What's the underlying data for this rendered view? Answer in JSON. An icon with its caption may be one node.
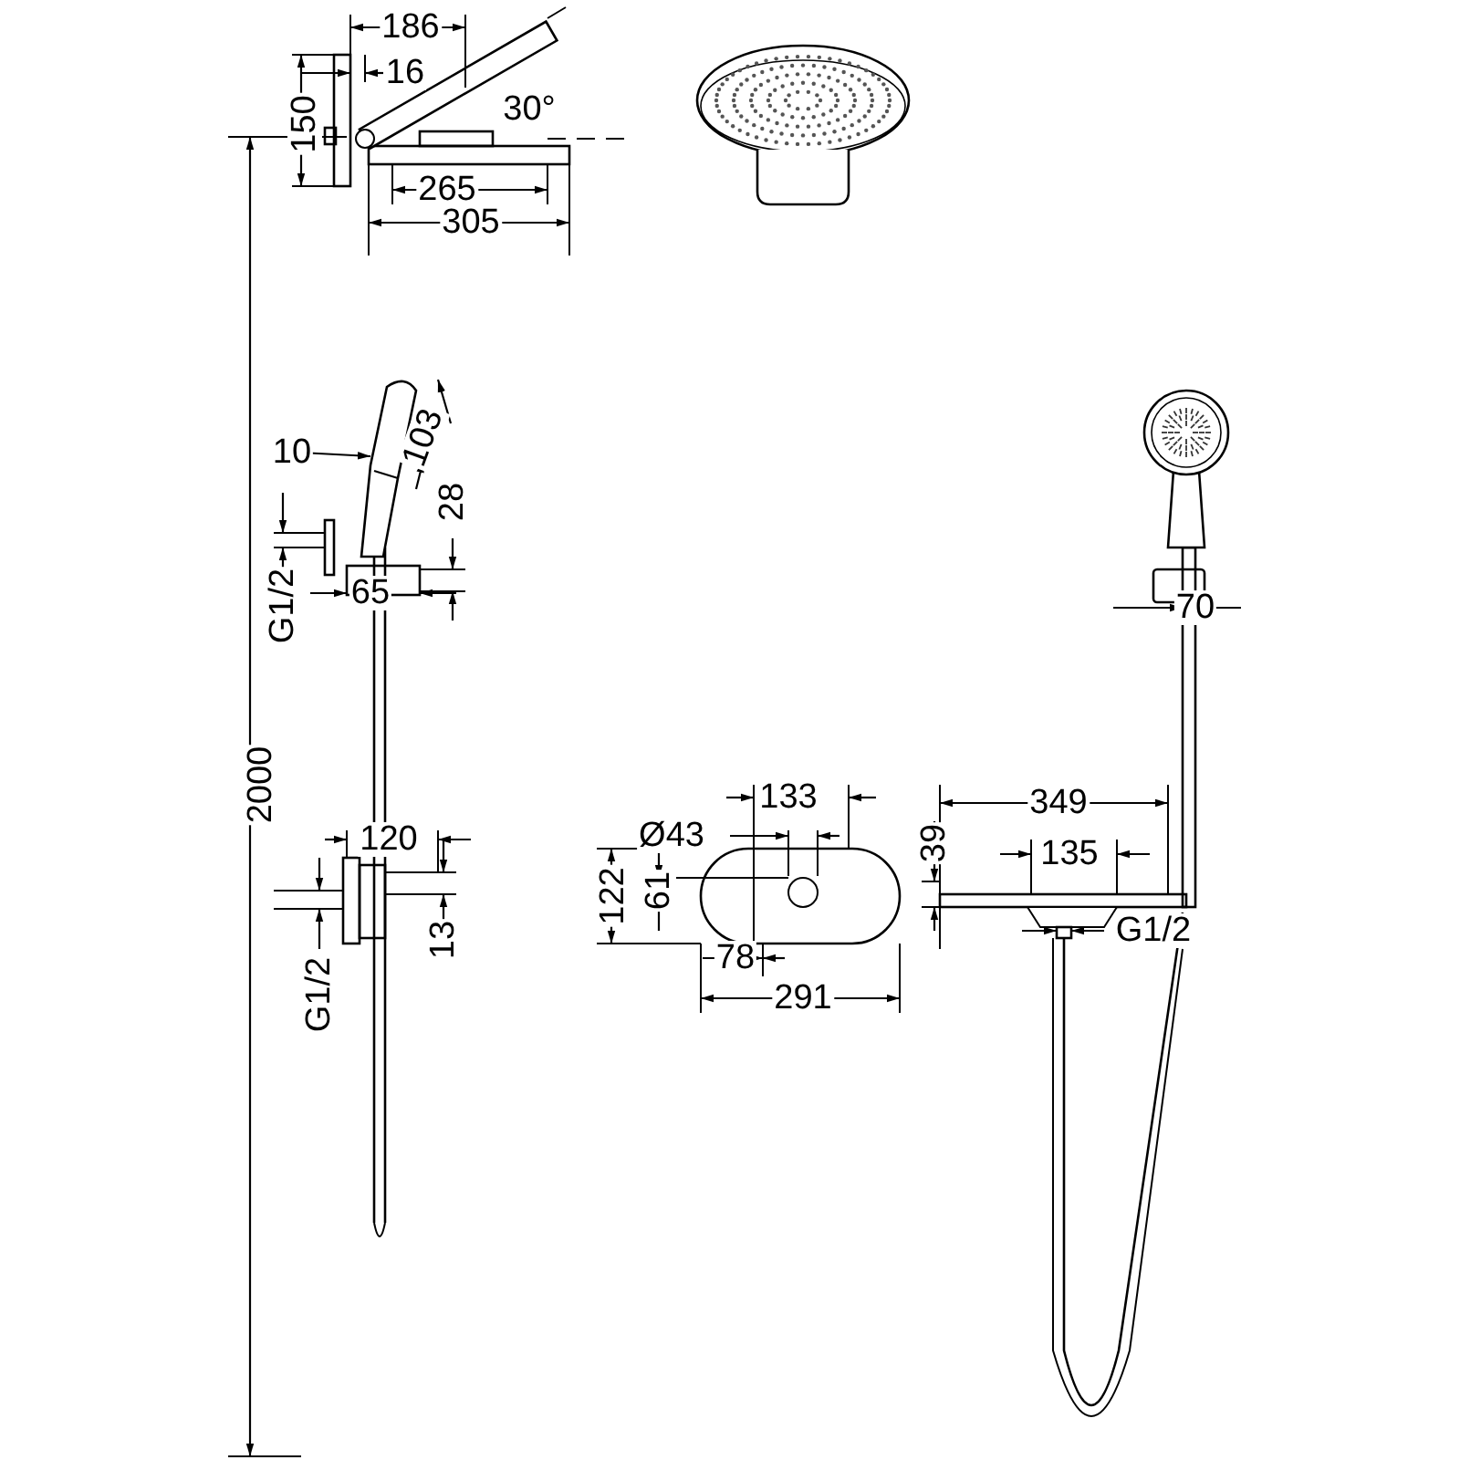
{
  "diagram": {
    "labels": [
      "186",
      "16",
      "150",
      "30°",
      "265",
      "305",
      "10",
      "103",
      "28",
      "G1/2",
      "65",
      "70",
      "2000",
      "133",
      "120",
      "Ø43",
      "349",
      "39",
      "122",
      "61",
      "135",
      "G1/2",
      "13",
      "G1/2",
      "78",
      "291"
    ]
  }
}
